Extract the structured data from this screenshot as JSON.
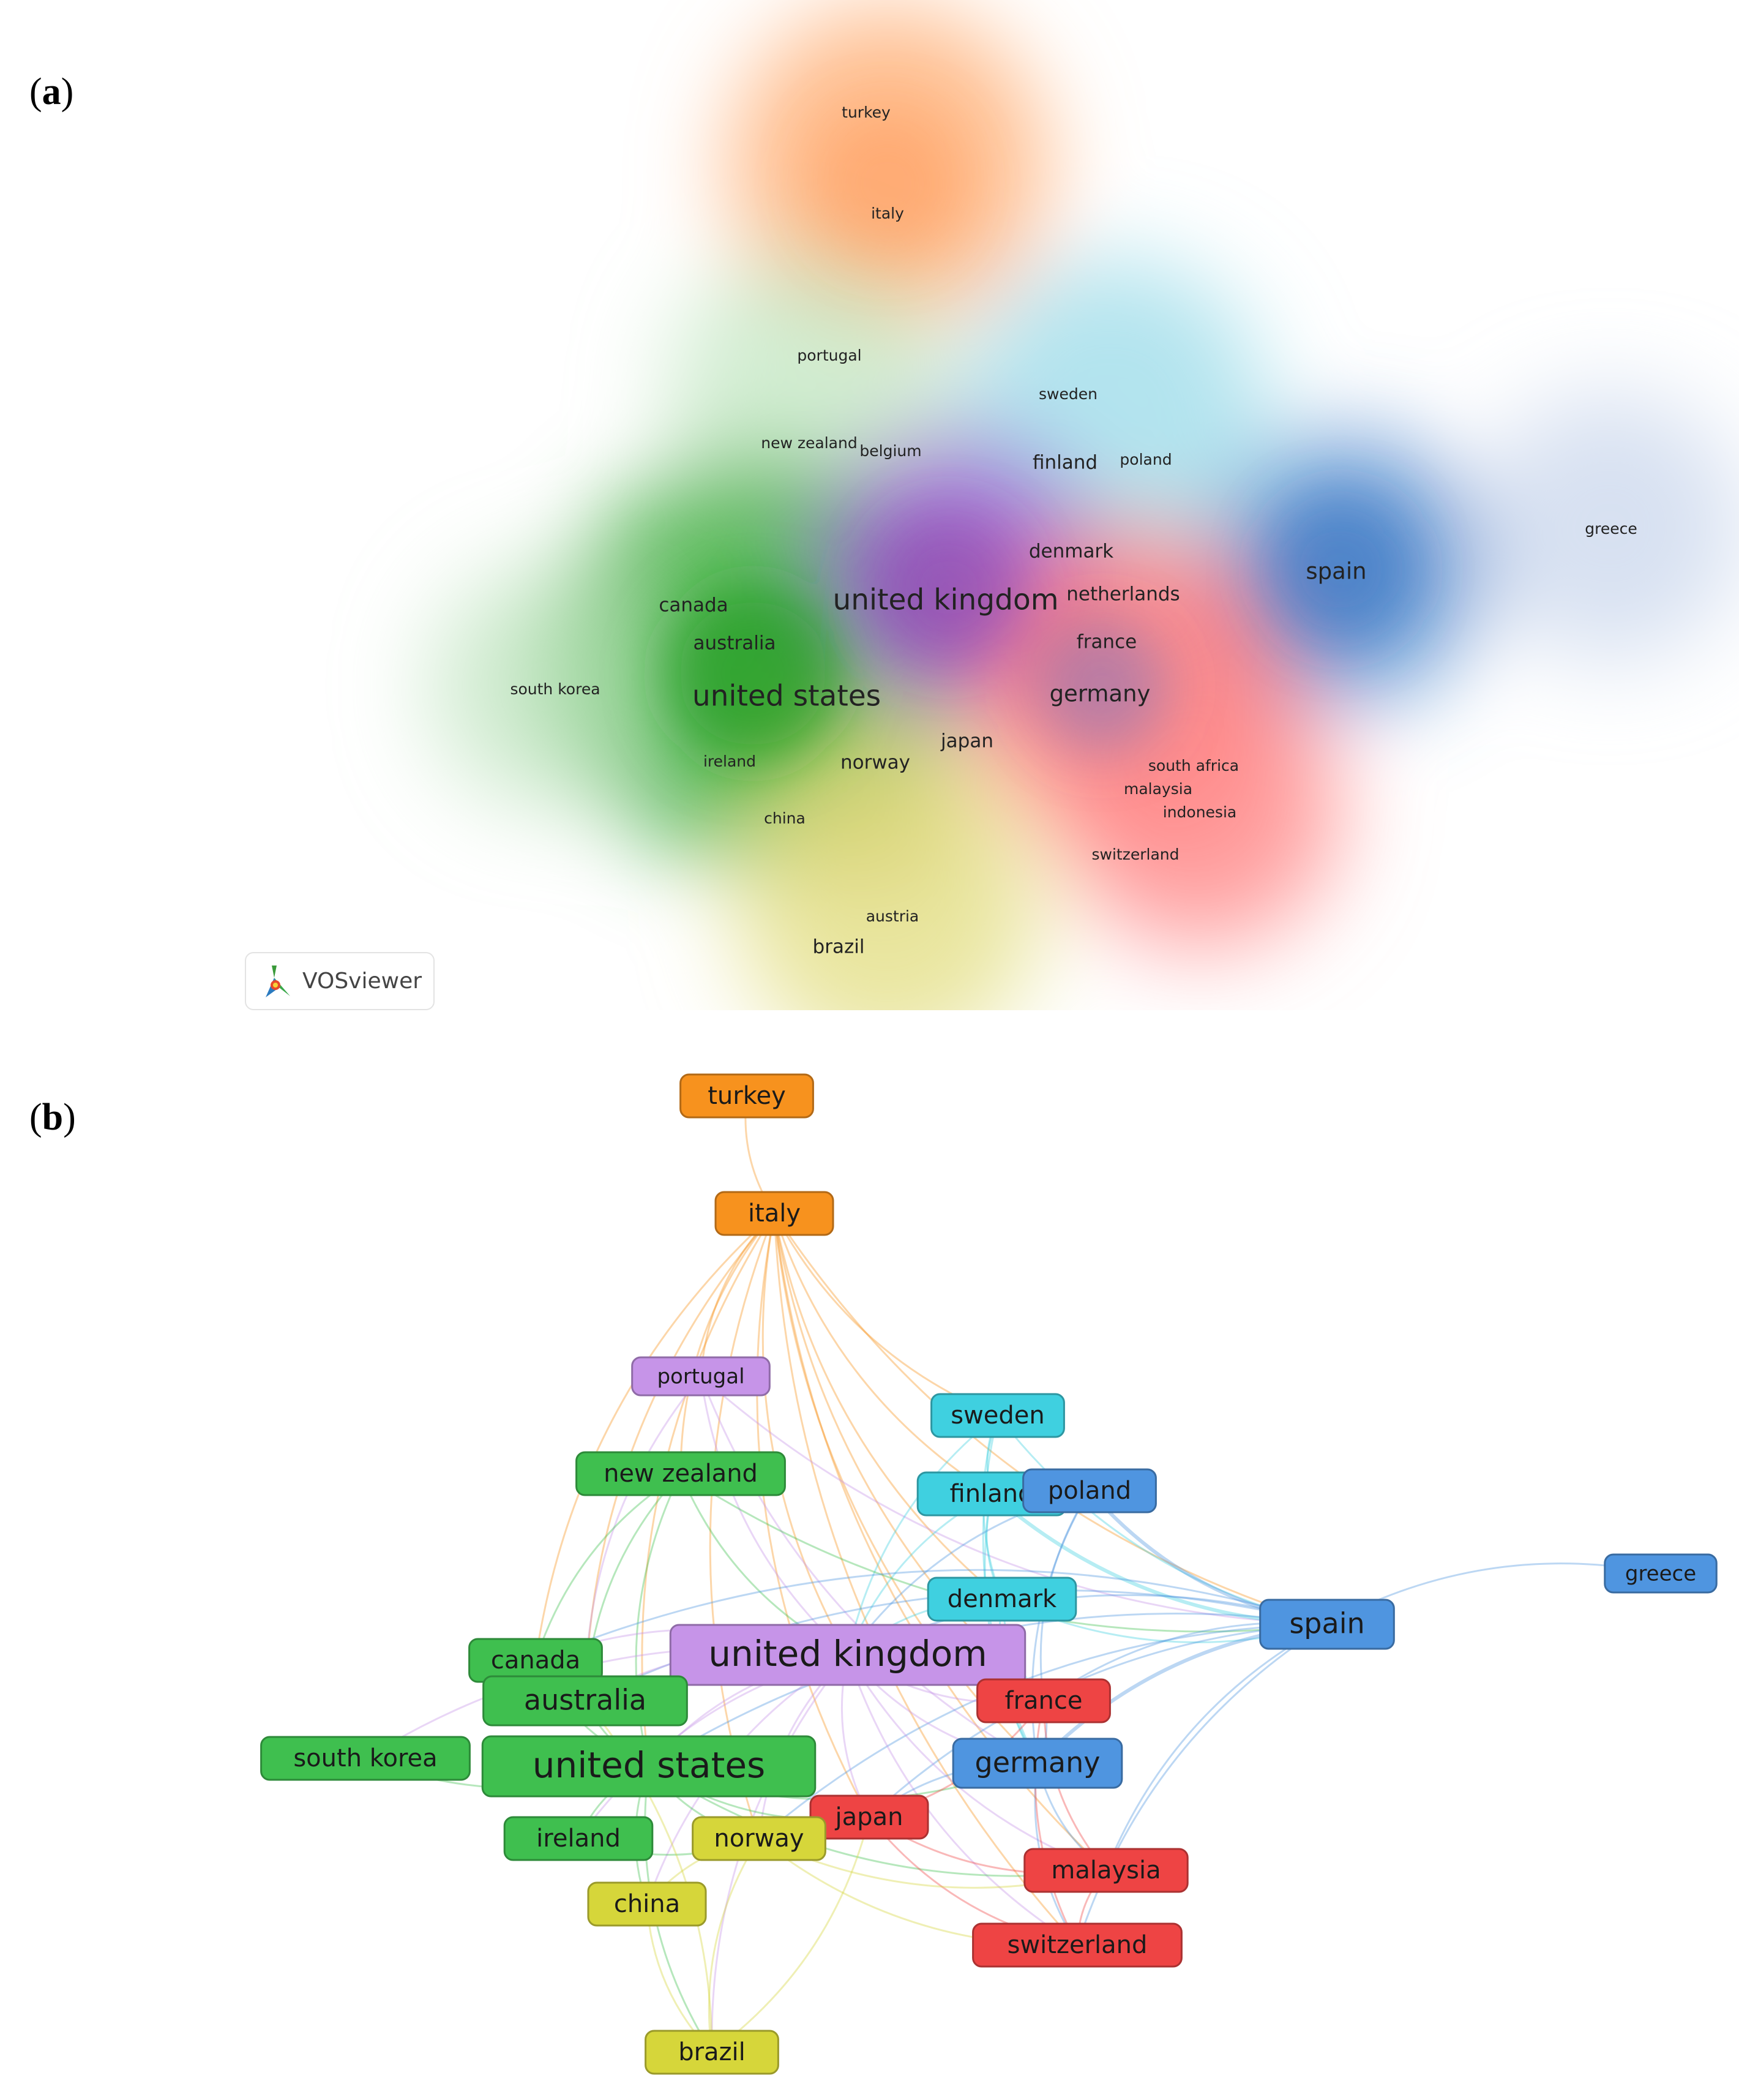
{
  "panel_a": {
    "label_prefix": "(",
    "label_letter": "a",
    "label_suffix": ")",
    "badge_text": "VOSviewer",
    "badge_icon": "vosviewer-logo-icon",
    "labels": [
      {
        "id": "turkey",
        "text": "turkey",
        "size": "s",
        "color": "#ff9a5a"
      },
      {
        "id": "italy",
        "text": "italy",
        "size": "s",
        "color": "#ff9a5a"
      },
      {
        "id": "portugal",
        "text": "portugal",
        "size": "s",
        "color": "#a8e0a8"
      },
      {
        "id": "sweden",
        "text": "sweden",
        "size": "s",
        "color": "#4dd0e1"
      },
      {
        "id": "new-zealand",
        "text": "new zealand",
        "size": "s",
        "color": "#4caf50"
      },
      {
        "id": "belgium",
        "text": "belgium",
        "size": "s",
        "color": "#9575cd"
      },
      {
        "id": "finland",
        "text": "finland",
        "size": "m",
        "color": "#4dd0e1"
      },
      {
        "id": "poland",
        "text": "poland",
        "size": "s",
        "color": "#b0c4de"
      },
      {
        "id": "greece",
        "text": "greece",
        "size": "s",
        "color": "#c6d4ea"
      },
      {
        "id": "denmark",
        "text": "denmark",
        "size": "m",
        "color": "#4dd0e1"
      },
      {
        "id": "spain",
        "text": "spain",
        "size": "l",
        "color": "#2f6fbf"
      },
      {
        "id": "netherlands",
        "text": "netherlands",
        "size": "m",
        "color": "#ef5350"
      },
      {
        "id": "united-kingdom",
        "text": "united kingdom",
        "size": "xl",
        "color": "#8e44ad"
      },
      {
        "id": "canada",
        "text": "canada",
        "size": "m",
        "color": "#43a047"
      },
      {
        "id": "australia",
        "text": "australia",
        "size": "m",
        "color": "#2e9a2e"
      },
      {
        "id": "france",
        "text": "france",
        "size": "m",
        "color": "#e53935"
      },
      {
        "id": "south-korea",
        "text": "south korea",
        "size": "s",
        "color": "#7cc57c"
      },
      {
        "id": "united-states",
        "text": "united states",
        "size": "xl",
        "color": "#1f9a1f"
      },
      {
        "id": "germany",
        "text": "germany",
        "size": "l",
        "color": "#5a6fbf"
      },
      {
        "id": "japan",
        "text": "japan",
        "size": "m",
        "color": "#ef7a6a"
      },
      {
        "id": "ireland",
        "text": "ireland",
        "size": "s",
        "color": "#43a047"
      },
      {
        "id": "norway",
        "text": "norway",
        "size": "m",
        "color": "#c0ca33"
      },
      {
        "id": "south-africa",
        "text": "south africa",
        "size": "s",
        "color": "#ef5350"
      },
      {
        "id": "malaysia",
        "text": "malaysia",
        "size": "s",
        "color": "#ef5350"
      },
      {
        "id": "indonesia",
        "text": "indonesia",
        "size": "s",
        "color": "#ef5350"
      },
      {
        "id": "china",
        "text": "china",
        "size": "s",
        "color": "#d4d46a"
      },
      {
        "id": "switzerland",
        "text": "switzerland",
        "size": "s",
        "color": "#ef5350"
      },
      {
        "id": "austria",
        "text": "austria",
        "size": "s",
        "color": "#d9d24a"
      },
      {
        "id": "brazil",
        "text": "brazil",
        "size": "m",
        "color": "#d9d24a"
      }
    ]
  },
  "panel_b": {
    "label_prefix": "(",
    "label_letter": "b",
    "label_suffix": ")",
    "nodes": [
      {
        "id": "turkey",
        "text": "turkey",
        "size": "m",
        "color": "#f7921e",
        "cluster": "orange"
      },
      {
        "id": "italy",
        "text": "italy",
        "size": "m",
        "color": "#f7921e",
        "cluster": "orange"
      },
      {
        "id": "portugal",
        "text": "portugal",
        "size": "s",
        "color": "#c694e8",
        "cluster": "purple"
      },
      {
        "id": "sweden",
        "text": "sweden",
        "size": "m",
        "color": "#3fd0e0",
        "cluster": "cyan"
      },
      {
        "id": "new-zealand",
        "text": "new zealand",
        "size": "m",
        "color": "#3fbf4f",
        "cluster": "green"
      },
      {
        "id": "finland",
        "text": "finland",
        "size": "m",
        "color": "#3fd0e0",
        "cluster": "cyan"
      },
      {
        "id": "poland",
        "text": "poland",
        "size": "m",
        "color": "#4f95e0",
        "cluster": "blue"
      },
      {
        "id": "greece",
        "text": "greece",
        "size": "s",
        "color": "#4f95e0",
        "cluster": "blue"
      },
      {
        "id": "denmark",
        "text": "denmark",
        "size": "m",
        "color": "#3fd0e0",
        "cluster": "cyan"
      },
      {
        "id": "spain",
        "text": "spain",
        "size": "l",
        "color": "#4f95e0",
        "cluster": "blue"
      },
      {
        "id": "united-kingdom",
        "text": "united kingdom",
        "size": "xl",
        "color": "#c694e8",
        "cluster": "purple"
      },
      {
        "id": "canada",
        "text": "canada",
        "size": "m",
        "color": "#3fbf4f",
        "cluster": "green"
      },
      {
        "id": "australia",
        "text": "australia",
        "size": "l",
        "color": "#3fbf4f",
        "cluster": "green"
      },
      {
        "id": "france",
        "text": "france",
        "size": "m",
        "color": "#ee4444",
        "cluster": "red"
      },
      {
        "id": "south-korea",
        "text": "south korea",
        "size": "m",
        "color": "#3fbf4f",
        "cluster": "green"
      },
      {
        "id": "united-states",
        "text": "united states",
        "size": "xl",
        "color": "#3fbf4f",
        "cluster": "green"
      },
      {
        "id": "germany",
        "text": "germany",
        "size": "l",
        "color": "#4f95e0",
        "cluster": "blue"
      },
      {
        "id": "japan",
        "text": "japan",
        "size": "m",
        "color": "#ee4444",
        "cluster": "red"
      },
      {
        "id": "ireland",
        "text": "ireland",
        "size": "m",
        "color": "#3fbf4f",
        "cluster": "green"
      },
      {
        "id": "norway",
        "text": "norway",
        "size": "m",
        "color": "#d6d63a",
        "cluster": "yellow"
      },
      {
        "id": "malaysia",
        "text": "malaysia",
        "size": "m",
        "color": "#ee4444",
        "cluster": "red"
      },
      {
        "id": "china",
        "text": "china",
        "size": "m",
        "color": "#d6d63a",
        "cluster": "yellow"
      },
      {
        "id": "switzerland",
        "text": "switzerland",
        "size": "m",
        "color": "#ee4444",
        "cluster": "red"
      },
      {
        "id": "brazil",
        "text": "brazil",
        "size": "m",
        "color": "#d6d63a",
        "cluster": "yellow"
      }
    ],
    "edges": [
      [
        "turkey",
        "italy"
      ],
      [
        "italy",
        "portugal"
      ],
      [
        "italy",
        "new-zealand"
      ],
      [
        "italy",
        "united-kingdom"
      ],
      [
        "italy",
        "australia"
      ],
      [
        "italy",
        "united-states"
      ],
      [
        "italy",
        "spain"
      ],
      [
        "italy",
        "germany"
      ],
      [
        "italy",
        "france"
      ],
      [
        "italy",
        "japan"
      ],
      [
        "italy",
        "malaysia"
      ],
      [
        "italy",
        "switzerland"
      ],
      [
        "italy",
        "denmark"
      ],
      [
        "italy",
        "finland"
      ],
      [
        "italy",
        "sweden"
      ],
      [
        "italy",
        "canada"
      ],
      [
        "italy",
        "norway"
      ],
      [
        "portugal",
        "united-kingdom"
      ],
      [
        "portugal",
        "spain"
      ],
      [
        "portugal",
        "australia"
      ],
      [
        "portugal",
        "germany"
      ],
      [
        "sweden",
        "finland"
      ],
      [
        "sweden",
        "denmark"
      ],
      [
        "sweden",
        "united-kingdom"
      ],
      [
        "sweden",
        "spain"
      ],
      [
        "sweden",
        "germany"
      ],
      [
        "new-zealand",
        "australia"
      ],
      [
        "new-zealand",
        "united-states"
      ],
      [
        "new-zealand",
        "united-kingdom"
      ],
      [
        "new-zealand",
        "canada"
      ],
      [
        "new-zealand",
        "spain"
      ],
      [
        "finland",
        "poland"
      ],
      [
        "finland",
        "denmark"
      ],
      [
        "finland",
        "spain"
      ],
      [
        "finland",
        "germany"
      ],
      [
        "finland",
        "united-kingdom"
      ],
      [
        "poland",
        "spain"
      ],
      [
        "poland",
        "germany"
      ],
      [
        "poland",
        "united-kingdom"
      ],
      [
        "poland",
        "france"
      ],
      [
        "greece",
        "spain"
      ],
      [
        "denmark",
        "spain"
      ],
      [
        "denmark",
        "united-kingdom"
      ],
      [
        "denmark",
        "germany"
      ],
      [
        "denmark",
        "france"
      ],
      [
        "spain",
        "united-kingdom"
      ],
      [
        "spain",
        "germany"
      ],
      [
        "spain",
        "france"
      ],
      [
        "spain",
        "malaysia"
      ],
      [
        "spain",
        "switzerland"
      ],
      [
        "spain",
        "united-states"
      ],
      [
        "spain",
        "australia"
      ],
      [
        "spain",
        "japan"
      ],
      [
        "spain",
        "norway"
      ],
      [
        "spain",
        "canada"
      ],
      [
        "united-kingdom",
        "united-states"
      ],
      [
        "united-kingdom",
        "australia"
      ],
      [
        "united-kingdom",
        "canada"
      ],
      [
        "united-kingdom",
        "germany"
      ],
      [
        "united-kingdom",
        "france"
      ],
      [
        "united-kingdom",
        "japan"
      ],
      [
        "united-kingdom",
        "malaysia"
      ],
      [
        "united-kingdom",
        "switzerland"
      ],
      [
        "united-kingdom",
        "norway"
      ],
      [
        "united-kingdom",
        "ireland"
      ],
      [
        "united-kingdom",
        "china"
      ],
      [
        "united-kingdom",
        "brazil"
      ],
      [
        "united-kingdom",
        "south-korea"
      ],
      [
        "canada",
        "australia"
      ],
      [
        "canada",
        "united-states"
      ],
      [
        "australia",
        "united-states"
      ],
      [
        "south-korea",
        "united-states"
      ],
      [
        "united-states",
        "germany"
      ],
      [
        "united-states",
        "japan"
      ],
      [
        "united-states",
        "norway"
      ],
      [
        "united-states",
        "ireland"
      ],
      [
        "united-states",
        "china"
      ],
      [
        "united-states",
        "brazil"
      ],
      [
        "united-states",
        "malaysia"
      ],
      [
        "germany",
        "france"
      ],
      [
        "germany",
        "malaysia"
      ],
      [
        "germany",
        "switzerland"
      ],
      [
        "germany",
        "japan"
      ],
      [
        "japan",
        "malaysia"
      ],
      [
        "japan",
        "switzerland"
      ],
      [
        "japan",
        "norway"
      ],
      [
        "japan",
        "france"
      ],
      [
        "france",
        "malaysia"
      ],
      [
        "france",
        "switzerland"
      ],
      [
        "norway",
        "brazil"
      ],
      [
        "norway",
        "china"
      ],
      [
        "norway",
        "malaysia"
      ],
      [
        "norway",
        "switzerland"
      ],
      [
        "china",
        "brazil"
      ],
      [
        "ireland",
        "norway"
      ],
      [
        "brazil",
        "japan"
      ],
      [
        "brazil",
        "australia"
      ],
      [
        "malaysia",
        "switzerland"
      ]
    ]
  }
}
